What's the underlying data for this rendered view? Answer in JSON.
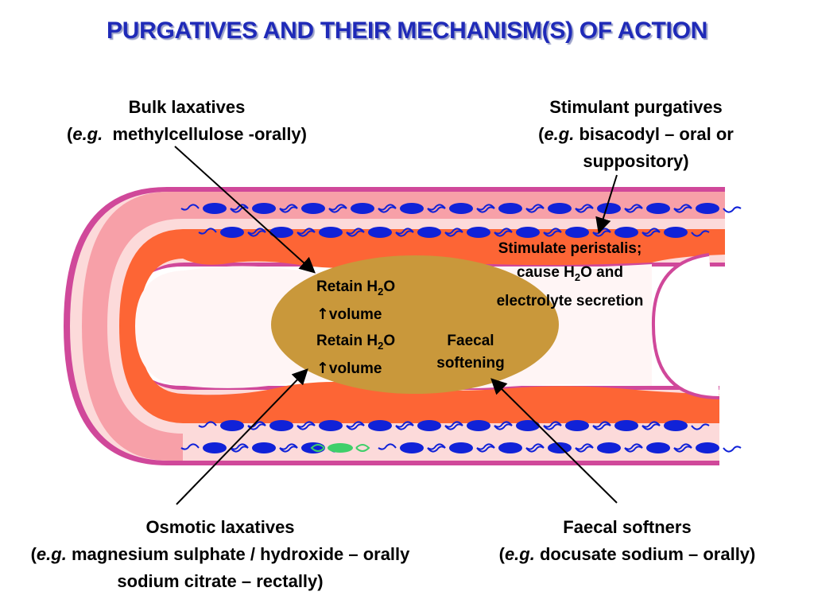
{
  "title": "PURGATIVES AND THEIR MECHANISM(S) OF ACTION",
  "colors": {
    "title": "#1f2ab8",
    "wall_outer": "#d0489a",
    "wall_pink": "#f7a0a8",
    "wall_light": "#fcdada",
    "muscle": "#fd6535",
    "faeces": "#c9983b",
    "neuron": "#1022d8",
    "highlight": "#3fcf6a"
  },
  "bulk": {
    "name": "Bulk laxatives",
    "eg": "e.g.",
    "detail": "methylcellulose -orally)"
  },
  "stimulant": {
    "name": "Stimulant purgatives",
    "eg": "e.g.",
    "detail": "bisacodyl – oral  or",
    "detail2": "suppository)"
  },
  "osmotic": {
    "name": "Osmotic laxatives",
    "eg": "e.g.",
    "detail": "magnesium sulphate / hydroxide –  orally",
    "detail2": "sodium citrate – rectally)"
  },
  "softener": {
    "name": "Faecal softners",
    "eg": "e.g.",
    "detail": "docusate sodium – orally)"
  },
  "effects": {
    "retain1_a": "Retain H",
    "retain1_sub": "2",
    "retain1_b": "O",
    "volume1": "volume",
    "retain2_a": "Retain H",
    "retain2_sub": "2",
    "retain2_b": "O",
    "volume2": "volume",
    "faecal_line1": "Faecal",
    "faecal_line2": "softening",
    "stim_line1": "Stimulate peristalis;",
    "stim_line2_a": "cause H",
    "stim_line2_sub": "2",
    "stim_line2_b": "O and",
    "stim_line3": "electrolyte secretion"
  },
  "icons": {
    "up_arrow": "↑"
  }
}
